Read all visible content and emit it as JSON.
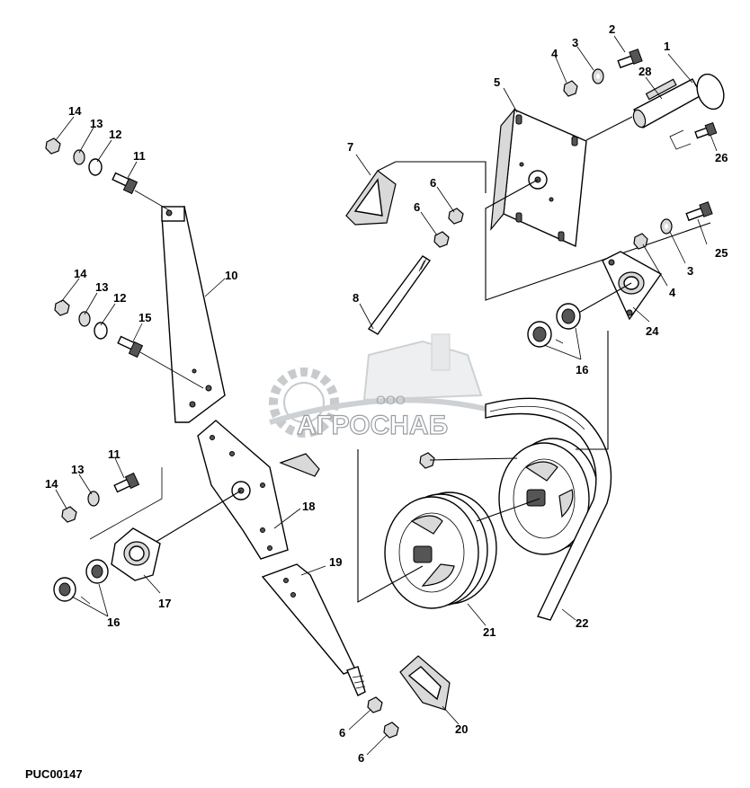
{
  "drawing_code": "PUC00147",
  "watermark": {
    "company_prefix": "ООО",
    "company_name": "АГРОСНАБ"
  },
  "callouts": [
    {
      "id": "c1",
      "label": "1"
    },
    {
      "id": "c2",
      "label": "2"
    },
    {
      "id": "c3a",
      "label": "3"
    },
    {
      "id": "c4a",
      "label": "4"
    },
    {
      "id": "c28",
      "label": "28"
    },
    {
      "id": "c5",
      "label": "5"
    },
    {
      "id": "c26",
      "label": "26"
    },
    {
      "id": "c7",
      "label": "7"
    },
    {
      "id": "c6a",
      "label": "6"
    },
    {
      "id": "c6b",
      "label": "6"
    },
    {
      "id": "c8",
      "label": "8"
    },
    {
      "id": "c25",
      "label": "25"
    },
    {
      "id": "c3b",
      "label": "3"
    },
    {
      "id": "c4b",
      "label": "4"
    },
    {
      "id": "c24",
      "label": "24"
    },
    {
      "id": "c16a",
      "label": "16"
    },
    {
      "id": "c14a",
      "label": "14"
    },
    {
      "id": "c13a",
      "label": "13"
    },
    {
      "id": "c12a",
      "label": "12"
    },
    {
      "id": "c11a",
      "label": "11"
    },
    {
      "id": "c10",
      "label": "10"
    },
    {
      "id": "c14b",
      "label": "14"
    },
    {
      "id": "c13b",
      "label": "13"
    },
    {
      "id": "c12b",
      "label": "12"
    },
    {
      "id": "c15",
      "label": "15"
    },
    {
      "id": "c11b",
      "label": "11"
    },
    {
      "id": "c13c",
      "label": "13"
    },
    {
      "id": "c14c",
      "label": "14"
    },
    {
      "id": "c18",
      "label": "18"
    },
    {
      "id": "c17",
      "label": "17"
    },
    {
      "id": "c16b",
      "label": "16"
    },
    {
      "id": "c19",
      "label": "19"
    },
    {
      "id": "c21",
      "label": "21"
    },
    {
      "id": "c22",
      "label": "22"
    },
    {
      "id": "c20",
      "label": "20"
    },
    {
      "id": "c6c",
      "label": "6"
    },
    {
      "id": "c6d",
      "label": "6"
    }
  ]
}
